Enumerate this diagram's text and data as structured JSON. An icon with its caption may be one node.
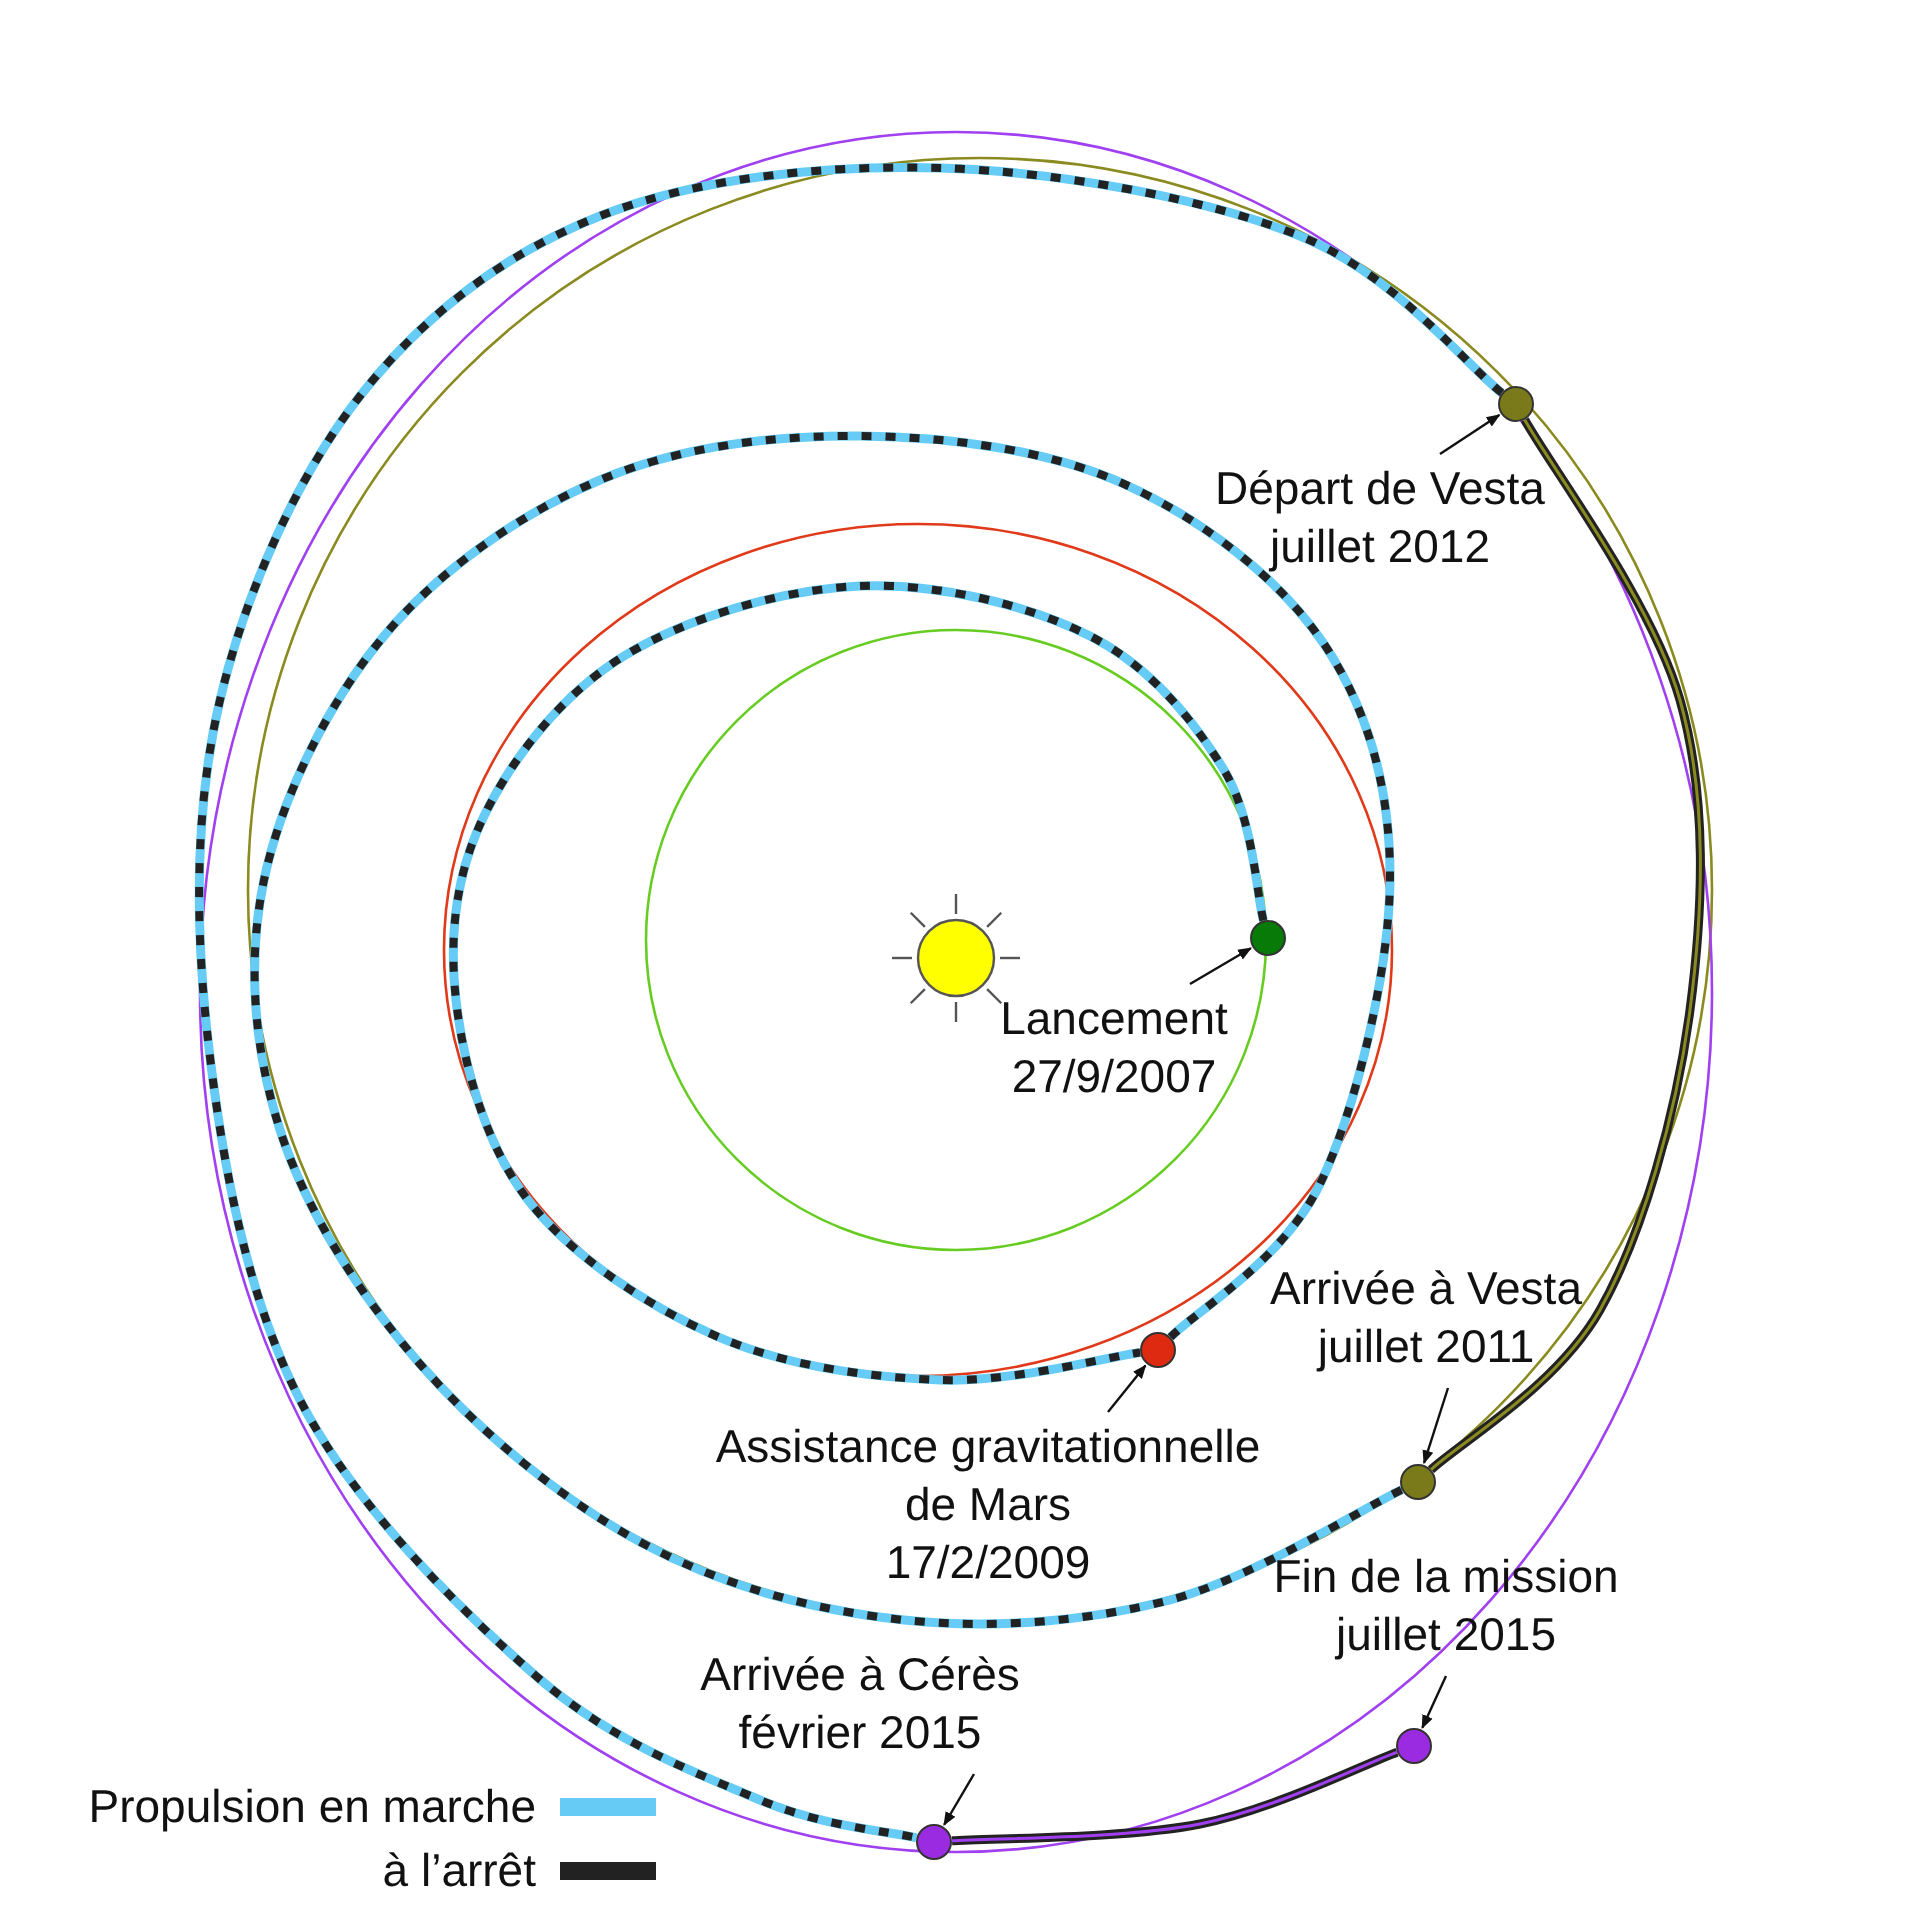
{
  "diagram": {
    "nodes": [
      {
        "text": [
          "Départ de Vesta",
          "juillet 2012"
        ]
      },
      {
        "text": [],
        "shape": "circle"
      },
      {
        "text": [
          "Lancement",
          "27/9/2007"
        ]
      },
      {
        "text": [],
        "shape": "circle"
      },
      {
        "text": [
          "Arrivée à Vesta",
          "juillet 2011"
        ]
      },
      {
        "text": [],
        "shape": "circle"
      },
      {
        "text": [
          "Assistance gravitationnelle de Mars",
          "17/2/2009"
        ]
      },
      {
        "text": [],
        "shape": "circle"
      },
      {
        "text": [
          "Fin de la mission",
          "juillet 2015"
        ]
      },
      {
        "text": [],
        "shape": "circle"
      },
      {
        "text": [
          "Arrivée à Cérès",
          "février 2015"
        ]
      },
      {
        "text": [],
        "shape": "circle"
      }
    ],
    "edges": [
      {
        "from": 0,
        "to": 1,
        "arrow": "to"
      },
      {
        "from": 2,
        "to": 3,
        "arrow": "to"
      },
      {
        "from": 4,
        "to": 5,
        "arrow": "to"
      },
      {
        "from": 6,
        "to": 7,
        "arrow": "to"
      },
      {
        "from": 8,
        "to": 9,
        "arrow": "to"
      },
      {
        "from": 10,
        "to": 11,
        "arrow": "to"
      },
      {
        "from": 3,
        "to": 7,
        "arrow": "none",
        "style": "thick",
        "color": "#66ccf5"
      },
      {
        "from": 7,
        "to": 5,
        "arrow": "none",
        "style": "thick",
        "color": "#66ccf5"
      },
      {
        "from": 5,
        "to": 1,
        "arrow": "none",
        "style": "thick",
        "color": "#222222"
      },
      {
        "from": 1,
        "to": 11,
        "arrow": "none",
        "style": "thick",
        "color": "#66ccf5"
      },
      {
        "from": 11,
        "to": 9,
        "arrow": "none",
        "style": "thick",
        "color": "#222222"
      }
    ],
    "legend": [
      {
        "text": "Propulsion en marche",
        "color": "#66ccf5"
      },
      {
        "text": "à l’arrêt",
        "color": "#222222"
      }
    ]
  }
}
